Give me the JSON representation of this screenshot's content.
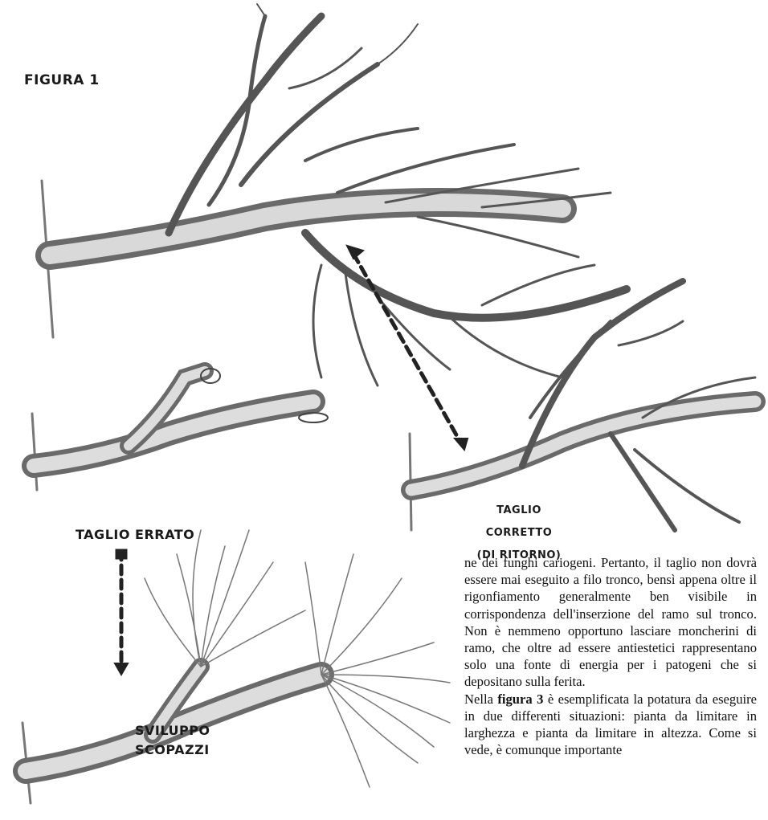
{
  "figure": {
    "title": "FIGURA 1",
    "label_correct_line1": "TAGLIO CORRETTO",
    "label_correct_line2": "(DI RITORNO)",
    "label_wrong": "TAGLIO ERRATO",
    "label_result_line1": "SVILUPPO",
    "label_result_line2": "SCOPAZZI"
  },
  "text": {
    "paragraph1": "ne dei funghi cariogeni. Pertanto, il taglio non dovrà essere mai eseguito a filo tronco, bensì appena oltre il rigonfiamento generalmente ben visibile in corrispondenza dell'inserzione del ramo sul tronco. Non è nemmeno opportuno lasciare moncherini di ramo, che oltre ad essere antiestetici rappresentano solo una fonte di energia per i patogeni che si depositano sulla ferita.",
    "paragraph2_before": "Nella ",
    "paragraph2_bold": "figura 3",
    "paragraph2_after": " è esemplificata la potatura da eseguire in due differenti situazioni: pianta da limitare in larghezza e pianta da limitare in altezza. Come si vede, è comunque importante"
  }
}
